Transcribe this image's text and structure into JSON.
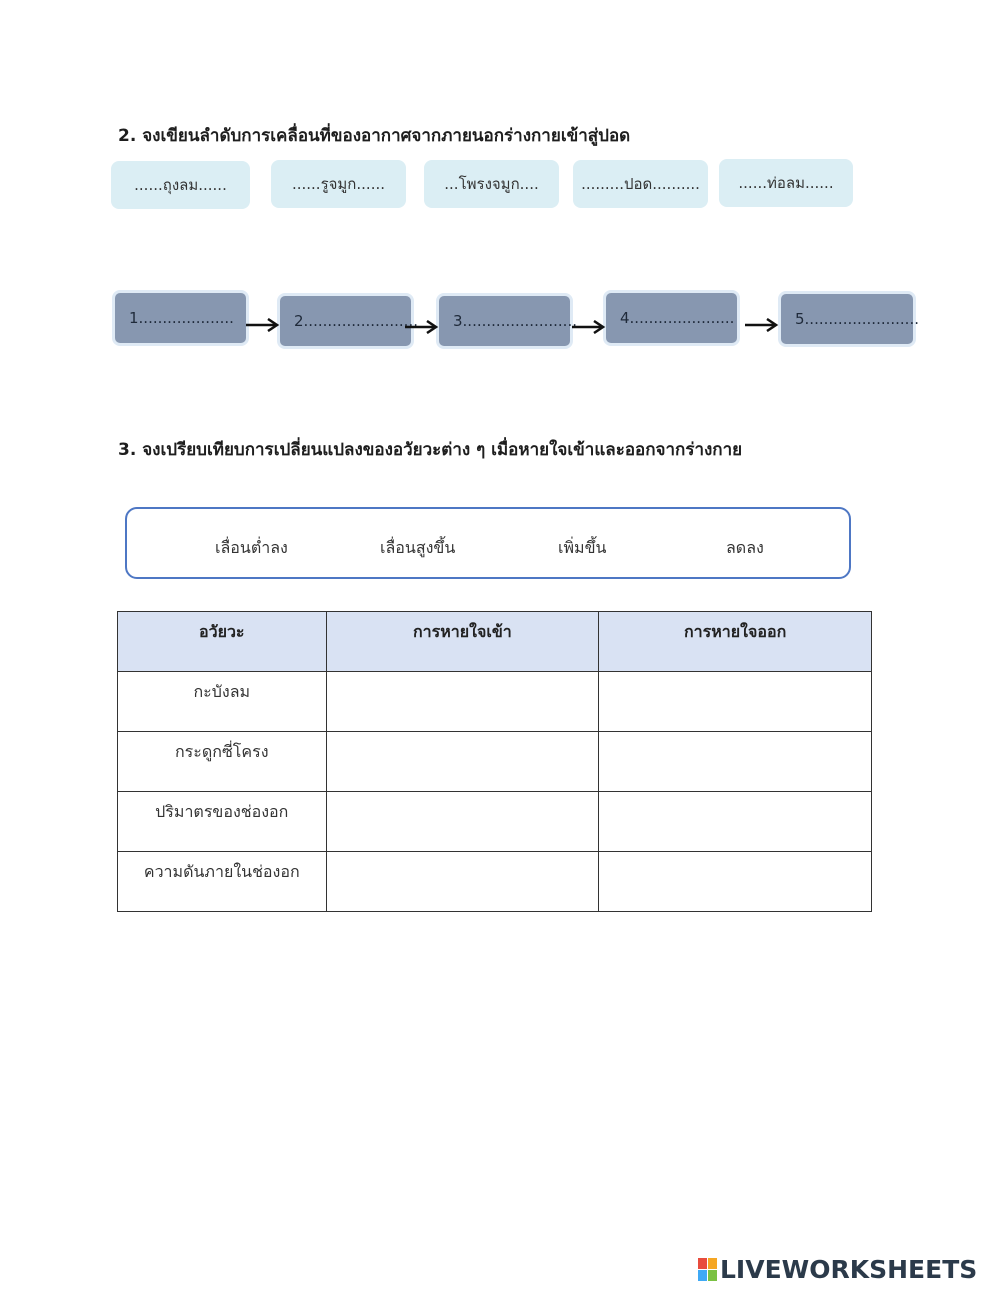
{
  "q2": {
    "title": "2. จงเขียนลำดับการเคลื่อนที่ของอากาศจากภายนอกร่างกายเข้าสู่ปอด",
    "word_bank": [
      "......ถุงลม......",
      "......รูจมูก......",
      "...โพรงจมูก....",
      ".........ปอด..........",
      "......ท่อลม......"
    ],
    "steps": [
      "1....................",
      "2........................",
      "3........................",
      "4......................",
      "5........................"
    ]
  },
  "q3": {
    "title": "3. จงเปรียบเทียบการเปลี่ยนแปลงของอวัยวะต่าง ๆ เมื่อหายใจเข้าและออกจากร่างกาย",
    "choices": [
      "เลื่อนต่ำลง",
      "เลื่อนสูงขึ้น",
      "เพิ่มขึ้น",
      "ลดลง"
    ],
    "table": {
      "headers": [
        "อวัยวะ",
        "การหายใจเข้า",
        "การหายใจออก"
      ],
      "rows": [
        [
          "กะบังลม",
          "",
          ""
        ],
        [
          "กระดูกซี่โครง",
          "",
          ""
        ],
        [
          "ปริมาตรของช่องอก",
          "",
          ""
        ],
        [
          "ความดันภายในช่องอก",
          "",
          ""
        ]
      ]
    }
  },
  "brand": {
    "logo_text": "LIVEWORKSHEETS",
    "icon": "liveworksheets-logo-icon"
  },
  "colors": {
    "word_card_bg": "#dbeef4",
    "step_box_bg": "#8797b0",
    "choice_border": "#4e77c4",
    "table_header_bg": "#d9e2f3"
  }
}
